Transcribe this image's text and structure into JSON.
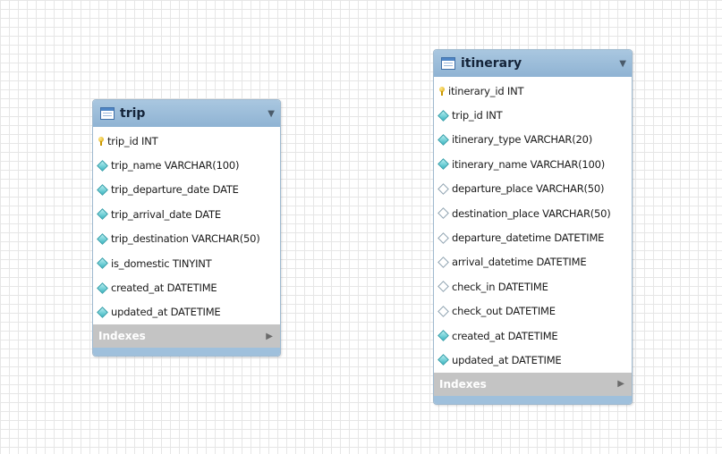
{
  "entities": [
    {
      "id": "trip",
      "title": "trip",
      "collapse_glyph": "▼",
      "columns": [
        {
          "icon": "primary-key-icon",
          "kind": "pk",
          "text": "trip_id INT"
        },
        {
          "icon": "not-null-column-icon",
          "kind": "nn",
          "text": "trip_name VARCHAR(100)"
        },
        {
          "icon": "not-null-column-icon",
          "kind": "nn",
          "text": "trip_departure_date DATE"
        },
        {
          "icon": "not-null-column-icon",
          "kind": "nn",
          "text": "trip_arrival_date DATE"
        },
        {
          "icon": "not-null-column-icon",
          "kind": "nn",
          "text": "trip_destination VARCHAR(50)"
        },
        {
          "icon": "not-null-column-icon",
          "kind": "nn",
          "text": "is_domestic TINYINT"
        },
        {
          "icon": "not-null-column-icon",
          "kind": "nn",
          "text": "created_at DATETIME"
        },
        {
          "icon": "not-null-column-icon",
          "kind": "nn",
          "text": "updated_at DATETIME"
        }
      ],
      "indexes_label": "Indexes",
      "expand_glyph": "▶"
    },
    {
      "id": "itinerary",
      "title": "itinerary",
      "collapse_glyph": "▼",
      "columns": [
        {
          "icon": "primary-key-icon",
          "kind": "pk",
          "text": "itinerary_id INT"
        },
        {
          "icon": "not-null-column-icon",
          "kind": "nn",
          "text": "trip_id INT"
        },
        {
          "icon": "not-null-column-icon",
          "kind": "nn",
          "text": "itinerary_type VARCHAR(20)"
        },
        {
          "icon": "not-null-column-icon",
          "kind": "nn",
          "text": "itinerary_name VARCHAR(100)"
        },
        {
          "icon": "nullable-column-icon",
          "kind": "nullable",
          "text": "departure_place VARCHAR(50)"
        },
        {
          "icon": "nullable-column-icon",
          "kind": "nullable",
          "text": "destination_place VARCHAR(50)"
        },
        {
          "icon": "nullable-column-icon",
          "kind": "nullable",
          "text": "departure_datetime DATETIME"
        },
        {
          "icon": "nullable-column-icon",
          "kind": "nullable",
          "text": "arrival_datetime DATETIME"
        },
        {
          "icon": "nullable-column-icon",
          "kind": "nullable",
          "text": "check_in DATETIME"
        },
        {
          "icon": "nullable-column-icon",
          "kind": "nullable",
          "text": "check_out DATETIME"
        },
        {
          "icon": "not-null-column-icon",
          "kind": "nn",
          "text": "created_at DATETIME"
        },
        {
          "icon": "not-null-column-icon",
          "kind": "nn",
          "text": "updated_at DATETIME"
        }
      ],
      "indexes_label": "Indexes",
      "expand_glyph": "▶"
    }
  ],
  "colors": {
    "header": "#9dbfdc",
    "indexes_bar": "#c4c4c4",
    "not_null_icon": "#3fb8c3",
    "primary_key_icon": "#e0b000"
  }
}
